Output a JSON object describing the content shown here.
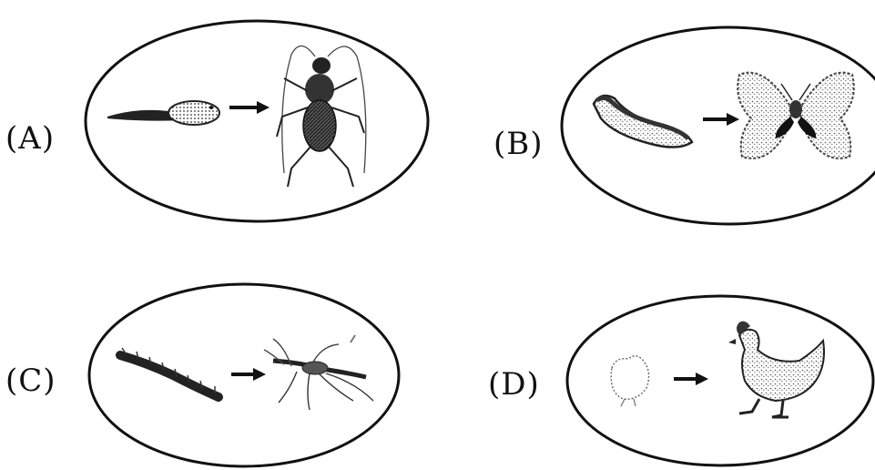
{
  "panels": [
    {
      "label": "(A)",
      "from": "tadpole-icon",
      "to": "cricket-icon"
    },
    {
      "label": "(B)",
      "from": "caterpillar-icon",
      "to": "butterfly-icon"
    },
    {
      "label": "(C)",
      "from": "larva-icon",
      "to": "mosquito-icon"
    },
    {
      "label": "(D)",
      "from": "chick-icon",
      "to": "hen-icon"
    }
  ]
}
